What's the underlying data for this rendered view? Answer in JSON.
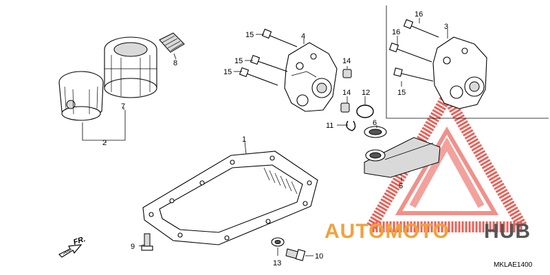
{
  "diagram": {
    "code": "MKLAE1400",
    "direction_label": "FR.",
    "callouts": [
      {
        "id": "c1",
        "label": "1"
      },
      {
        "id": "c2",
        "label": "2"
      },
      {
        "id": "c3",
        "label": "3"
      },
      {
        "id": "c4",
        "label": "4"
      },
      {
        "id": "c5",
        "label": "5"
      },
      {
        "id": "c6",
        "label": "6"
      },
      {
        "id": "c7",
        "label": "7"
      },
      {
        "id": "c8",
        "label": "8"
      },
      {
        "id": "c9",
        "label": "9"
      },
      {
        "id": "c10",
        "label": "10"
      },
      {
        "id": "c11",
        "label": "11"
      },
      {
        "id": "c12",
        "label": "12"
      },
      {
        "id": "c13",
        "label": "13"
      },
      {
        "id": "c14a",
        "label": "14"
      },
      {
        "id": "c14b",
        "label": "14"
      },
      {
        "id": "c15a",
        "label": "15"
      },
      {
        "id": "c15b",
        "label": "15"
      },
      {
        "id": "c15c",
        "label": "15"
      },
      {
        "id": "c15d",
        "label": "15"
      },
      {
        "id": "c16a",
        "label": "16"
      },
      {
        "id": "c16b",
        "label": "16"
      }
    ]
  },
  "watermark": {
    "text_part1": "AUTOMOTO",
    "text_part2": "HUB",
    "color_primary": "#f0a23c",
    "color_secondary": "#555555",
    "logo_color": "#e8463c"
  },
  "colors": {
    "line": "#000000",
    "background": "#ffffff"
  }
}
